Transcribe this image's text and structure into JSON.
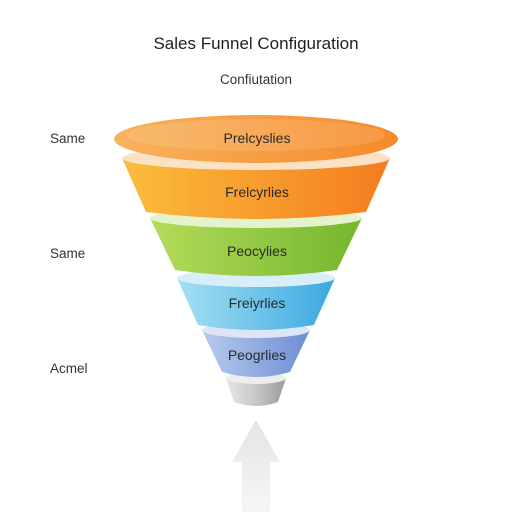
{
  "header": {
    "title": "Sales Funnel Configuration",
    "subtitle": "Confiutation"
  },
  "side_labels": [
    "Same",
    "Same",
    "Acmel"
  ],
  "stages": [
    {
      "label": "Prelcyslies",
      "color_top": "#f7b05a",
      "color_bottom": "#f58a2a"
    },
    {
      "label": "Frelcyrlies",
      "color_top": "#fbbd3c",
      "color_bottom": "#f47c20"
    },
    {
      "label": "Peocylies",
      "color_top": "#b4dc5a",
      "color_bottom": "#74b62c"
    },
    {
      "label": "Freiyrlies",
      "color_top": "#9edcf2",
      "color_bottom": "#3aa8e0"
    },
    {
      "label": "Peogrlies",
      "color_top": "#aec4ec",
      "color_bottom": "#6e8ed4"
    }
  ],
  "colors": {
    "spout": "#cfcfcf",
    "arrow": "#eeeeee"
  }
}
